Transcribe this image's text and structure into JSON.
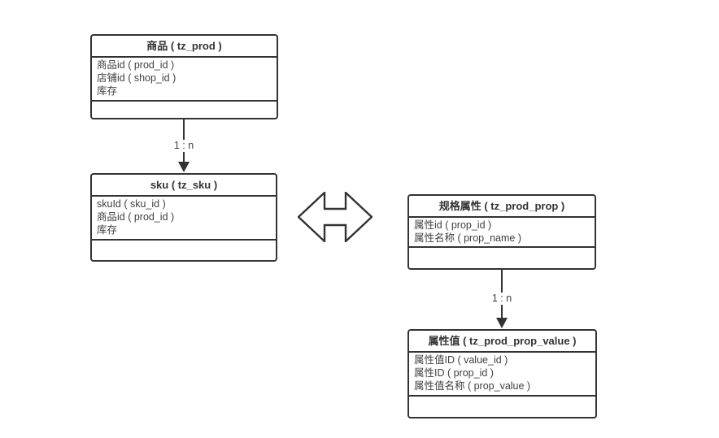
{
  "tables": [
    {
      "id": "prod",
      "title": "商品 ( tz_prod )",
      "fields": [
        "商品id ( prod_id )",
        "店铺id ( shop_id )",
        "库存"
      ]
    },
    {
      "id": "sku",
      "title": "sku ( tz_sku )",
      "fields": [
        "skuId ( sku_id )",
        "商品id ( prod_id )",
        "库存"
      ]
    },
    {
      "id": "prod_prop",
      "title": "规格属性 ( tz_prod_prop )",
      "fields": [
        "属性id ( prop_id )",
        "属性名称 ( prop_name )"
      ]
    },
    {
      "id": "prod_prop_value",
      "title": "属性值 ( tz_prod_prop_value )",
      "fields": [
        "属性值ID ( value_id )",
        "属性ID ( prop_id )",
        "属性值名称 ( prop_value )"
      ]
    }
  ],
  "connectors": [
    {
      "from": "prod",
      "to": "sku",
      "label": "1 : n",
      "style": "solid-filled-arrow-down"
    },
    {
      "from": "prod_prop",
      "to": "prod_prop_value",
      "label": "1 : n",
      "style": "solid-filled-arrow-down"
    }
  ],
  "symbols": {
    "double_arrow": "hollow-left-right-arrow"
  },
  "colors": {
    "line": "#333333",
    "text": "#3f3f3f",
    "shape_fill": "#ffffff",
    "background": "#ffffff"
  }
}
